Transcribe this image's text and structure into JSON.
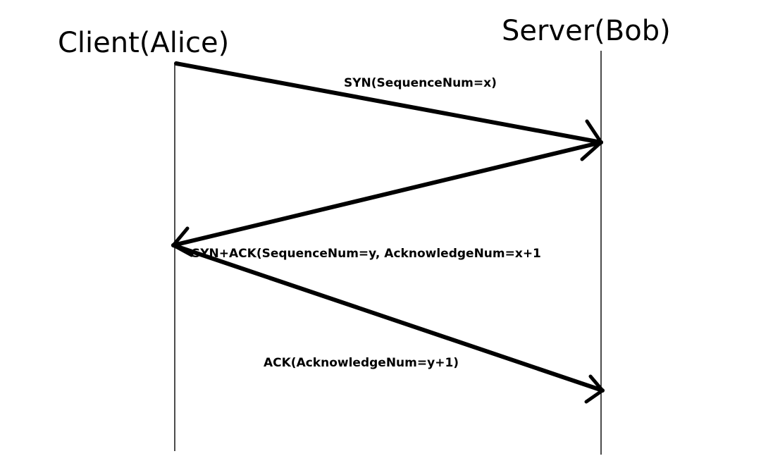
{
  "participants": {
    "client": {
      "label": "Client(Alice)"
    },
    "server": {
      "label": "Server(Bob)"
    }
  },
  "messages": [
    {
      "from": "client",
      "to": "server",
      "label": "SYN(SequenceNum=x)"
    },
    {
      "from": "server",
      "to": "client",
      "label": "SYN+ACK(SequenceNum=y, AcknowledgeNum=x+1"
    },
    {
      "from": "client",
      "to": "server",
      "label": "ACK(AcknowledgeNum=y+1)"
    }
  ],
  "colors": {
    "ink": "#000000",
    "background": "#ffffff"
  }
}
